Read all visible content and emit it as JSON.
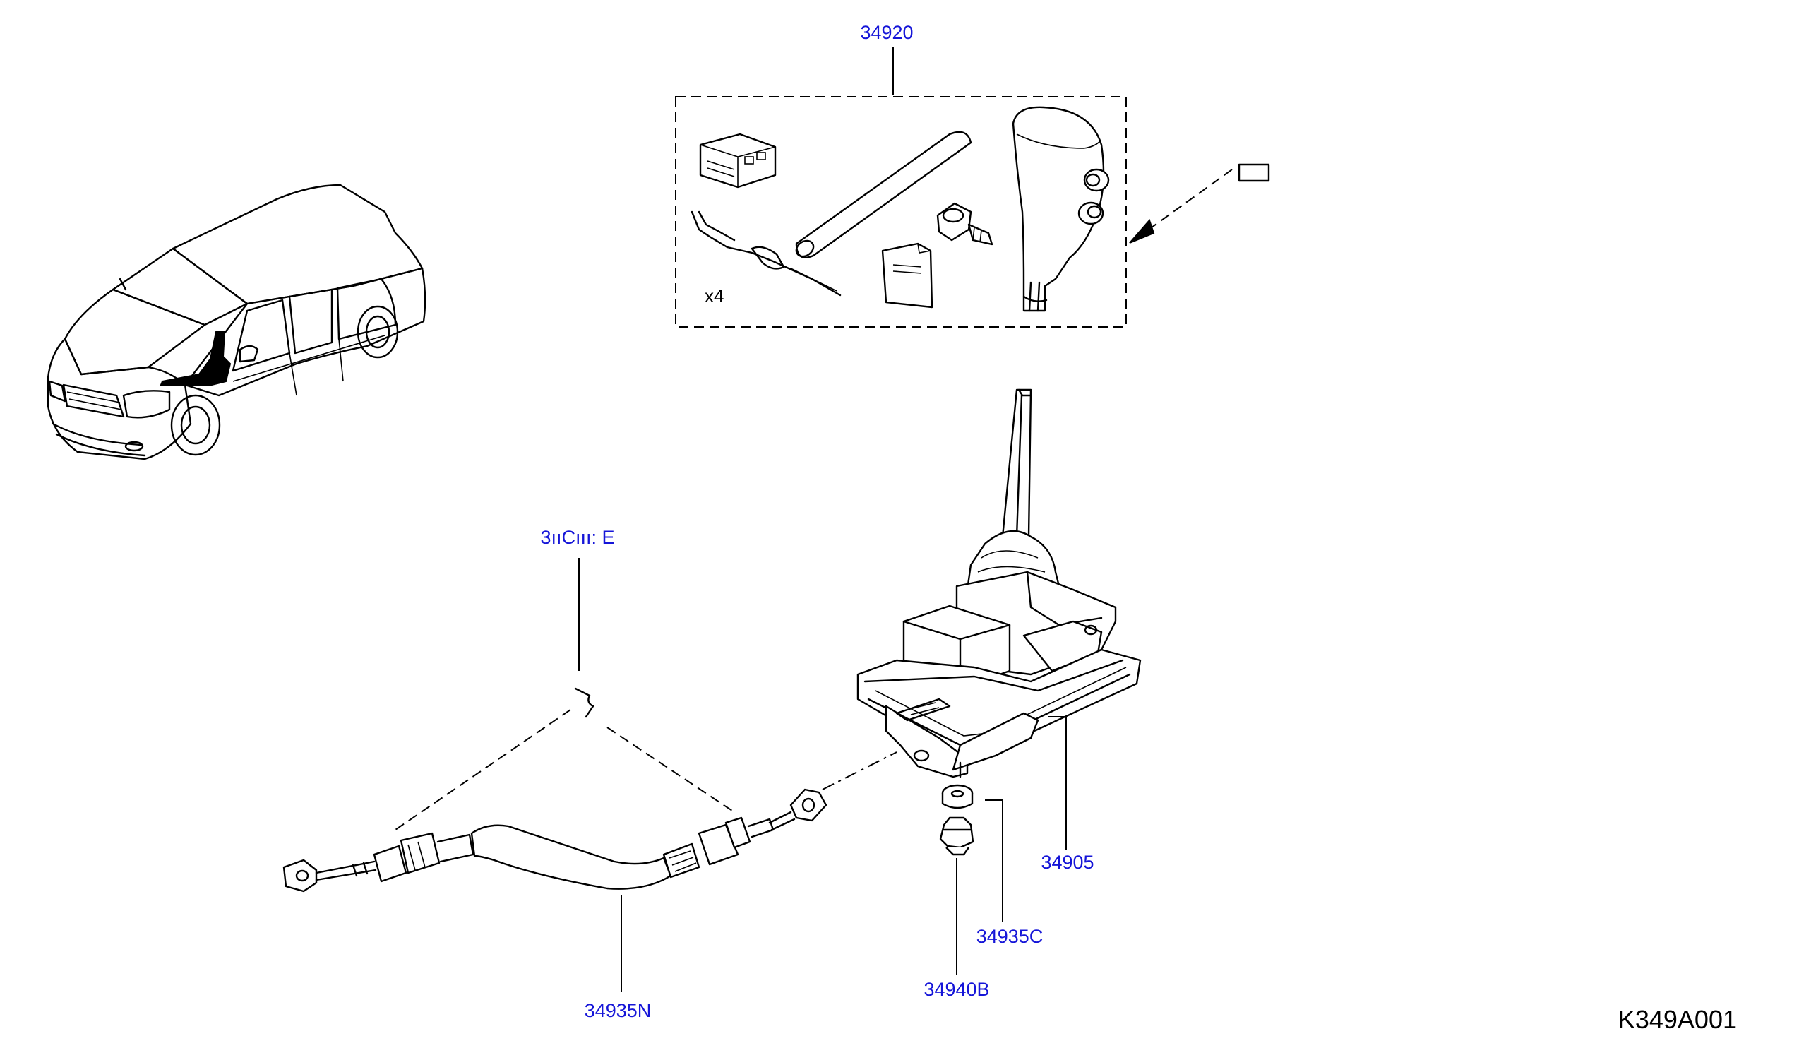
{
  "callouts": {
    "p34920": "34920",
    "p34905": "34905",
    "p34935N": "34935N",
    "p34935C": "34935C",
    "p34940B": "34940B",
    "obscured": "3ııCııı: E"
  },
  "kit_quantity_note": "x4",
  "drawing_code": "K349A001",
  "colors": {
    "callout_text": "#1515d8",
    "line_art": "#000000",
    "background": "#ffffff"
  }
}
